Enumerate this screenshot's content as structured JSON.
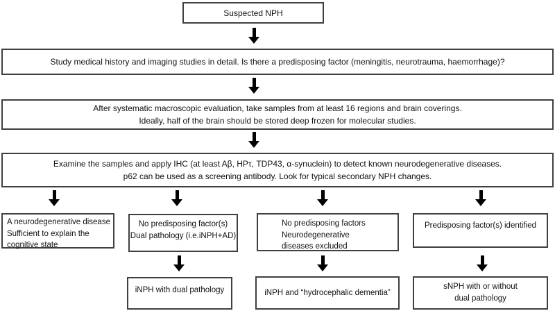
{
  "title": "NPH neuropathology flowchart",
  "colors": {
    "background": "#ffffff",
    "box_border": "#3f3f3f",
    "arrow": "#000000",
    "text": "#111111"
  },
  "flowchart": {
    "step1": {
      "text": "Suspected NPH"
    },
    "step2": {
      "text": "Study medical history and imaging studies in detail. Is there a predisposing factor (meningitis, neurotrauma, haemorrhage)?"
    },
    "step3": {
      "line1": "After systematic macroscopic evaluation, take samples from at least 16 regions and brain coverings.",
      "line2": "Ideally, half of the brain should be stored deep frozen for molecular studies."
    },
    "step4": {
      "line1": "Examine the samples and apply IHC (at least Aβ, HPτ, TDP43, α-synuclein) to detect known neurodegenerative diseases.",
      "line2": "p62 can be used as a screening antibody. Look for typical secondary NPH changes."
    },
    "branch1": {
      "line1": "A neurodegenerative disease",
      "line2": "Sufficient to explain the",
      "line3": "cognitive state"
    },
    "branch2": {
      "line1": "No predisposing factor(s)",
      "line2": "Dual pathology (i.e.iNPH+AD)"
    },
    "branch3": {
      "line1": "No predisposing factors",
      "line2": "Neurodegenerative",
      "line3": "diseases excluded"
    },
    "branch4": {
      "text": "Predisposing factor(s) identified"
    },
    "outcome1": {
      "text": "iNPH with dual pathology"
    },
    "outcome2": {
      "text": "iNPH and “hydrocephalic dementia”"
    },
    "outcome3": {
      "line1": "sNPH with or without",
      "line2": "dual pathology"
    }
  }
}
